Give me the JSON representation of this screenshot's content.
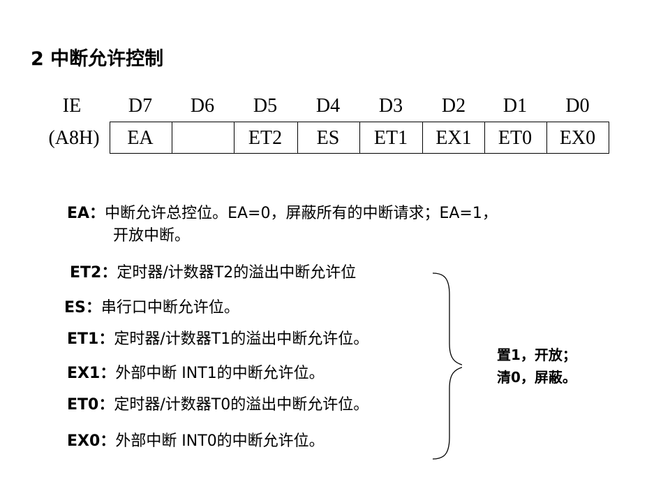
{
  "title": "2 中断允许控制",
  "register": {
    "name": "IE",
    "address": "(A8H)",
    "bit_headers": [
      "D7",
      "D6",
      "D5",
      "D4",
      "D3",
      "D2",
      "D1",
      "D0"
    ],
    "bits": [
      "EA",
      "",
      "ET2",
      "ES",
      "ET1",
      "EX1",
      "ET0",
      "EX0"
    ]
  },
  "descriptions": {
    "ea": {
      "label": "EA：",
      "text": "中断允许总控位。EA=0，屏蔽所有的中断请求；EA=1，",
      "text2": "开放中断。"
    },
    "et2": {
      "label": "ET2：",
      "text": "定时器/计数器T2的溢出中断允许位"
    },
    "es": {
      "label": "ES：",
      "text": "串行口中断允许位。"
    },
    "et1": {
      "label": "ET1：",
      "text": "定时器/计数器T1的溢出中断允许位。"
    },
    "ex1": {
      "label": "EX1：",
      "text": "外部中断 INT1的中断允许位。"
    },
    "et0": {
      "label": "ET0：",
      "text": "定时器/计数器T0的溢出中断允许位。"
    },
    "ex0": {
      "label": "EX0：",
      "text": "外部中断 INT0的中断允许位。"
    }
  },
  "note": {
    "line1": "置1，开放；",
    "line2": "清0，屏蔽。"
  }
}
